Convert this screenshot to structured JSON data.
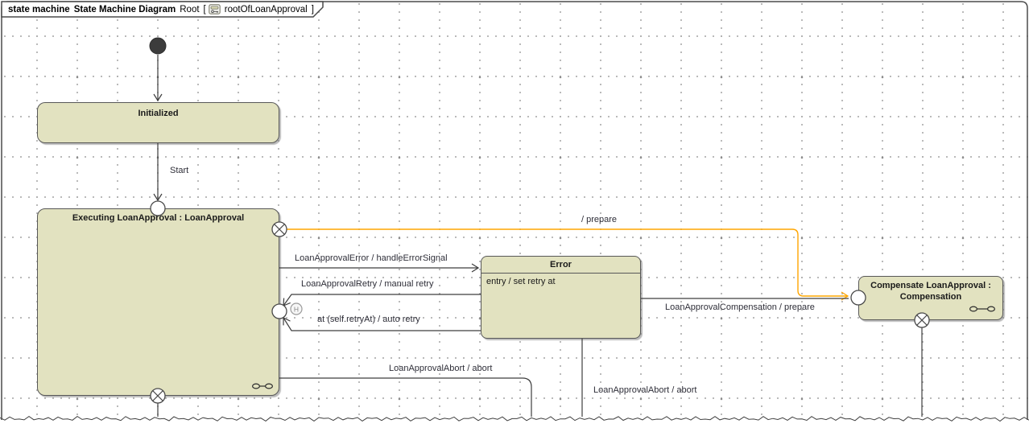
{
  "frame": {
    "keyword": "state machine",
    "diagram_name": "State Machine Diagram",
    "context": "Root",
    "open_bracket": "[",
    "parameter": "rootOfLoanApproval",
    "close_bracket": "]"
  },
  "states": {
    "initialized": {
      "name": "Initialized"
    },
    "executing": {
      "name": "Executing LoanApproval : LoanApproval"
    },
    "error": {
      "name": "Error",
      "entry_activity": "entry / set retry at"
    },
    "compensate": {
      "name": "Compensate LoanApproval : Compensation"
    }
  },
  "pseudostates": {
    "history_label": "H"
  },
  "transitions": {
    "start": "Start",
    "error_signal": "LoanApprovalError / handleErrorSignal",
    "manual_retry": "LoanApprovalRetry / manual retry",
    "auto_retry": "at (self.retryAt) / auto retry",
    "prepare": "/ prepare",
    "compensation": "LoanApprovalCompensation / prepare",
    "abort_executing": "LoanApprovalAbort / abort",
    "abort_error": "LoanApprovalAbort / abort"
  },
  "colors": {
    "state_fill": "#e2e2c0",
    "state_border": "#585858",
    "transition_line": "#3d3d3d",
    "highlight_orange": "#ffa500",
    "grid_dot": "#a3a3a3"
  }
}
